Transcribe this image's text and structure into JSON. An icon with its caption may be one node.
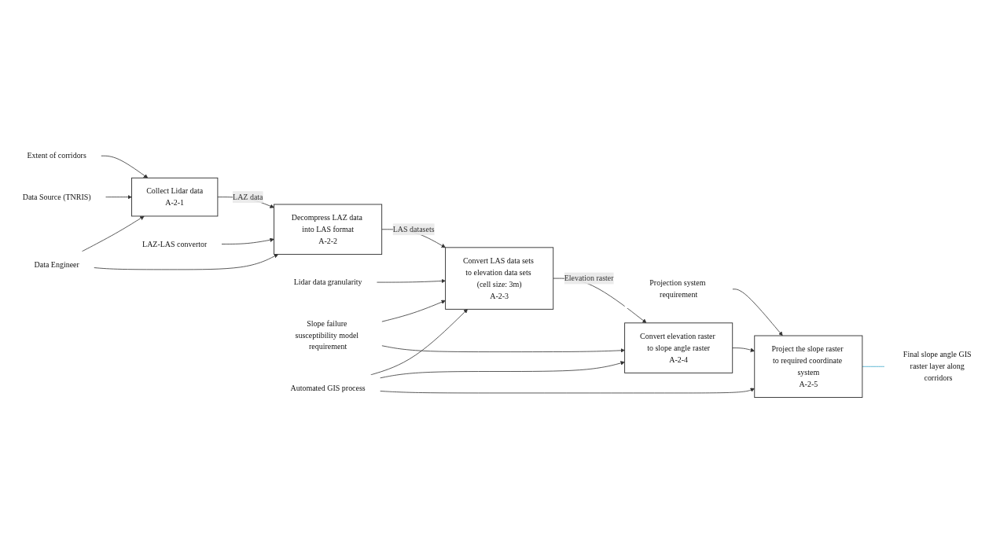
{
  "diagram": {
    "nodes": [
      {
        "text": [
          "Extent of corridors"
        ]
      },
      {
        "text": [
          "Data Source (TNRIS)"
        ]
      },
      {
        "text": [
          "Collect Lidar data",
          "A-2-1"
        ]
      },
      {
        "text": [
          "Decompress LAZ data into LAS format",
          "A-2-2"
        ]
      },
      {
        "text": [
          "Lidar data granularity"
        ]
      },
      {
        "text": [
          "Slope failure susceptibility model requirement"
        ]
      },
      {
        "text": [
          "Projection system requirement"
        ]
      },
      {
        "text": [
          "Convert LAS data sets to elevation data sets (cell size: 3m)",
          "A-2-3"
        ]
      },
      {
        "text": [
          "Convert elevation raster to slope angle raster",
          "A-2-4"
        ]
      },
      {
        "text": [
          "Project the slope raster to required coordinate system",
          "A-2-5"
        ]
      },
      {
        "text": [
          "Final slope angle GIS raster layer along corridors"
        ]
      },
      {
        "text": [
          "Data Engineer"
        ]
      },
      {
        "text": [
          "LAZ-LAS convertor"
        ]
      },
      {
        "text": [
          "Automated GIS process"
        ]
      }
    ],
    "edges": [
      {
        "from": 0,
        "to": 2,
        "arrow": "to"
      },
      {
        "from": 1,
        "to": 2,
        "arrow": "to"
      },
      {
        "from": 2,
        "to": 3,
        "label": "LAZ data",
        "arrow": "to"
      },
      {
        "from": 3,
        "to": 7,
        "label": "LAS datasets",
        "arrow": "to"
      },
      {
        "from": 4,
        "to": 7,
        "arrow": "to"
      },
      {
        "from": 5,
        "to": 7,
        "arrow": "to"
      },
      {
        "from": 5,
        "to": 8,
        "arrow": "to"
      },
      {
        "from": 7,
        "to": 8,
        "label": "Elevation raster",
        "arrow": "to"
      },
      {
        "from": 6,
        "to": 9,
        "arrow": "to"
      },
      {
        "from": 8,
        "to": 9,
        "arrow": "to"
      },
      {
        "from": 9,
        "to": 10,
        "arrow": "none",
        "color": "#3aa6c8"
      },
      {
        "from": 11,
        "to": 2,
        "arrow": "to"
      },
      {
        "from": 11,
        "to": 3,
        "arrow": "to"
      },
      {
        "from": 12,
        "to": 3,
        "arrow": "to"
      },
      {
        "from": 13,
        "to": 7,
        "arrow": "to"
      },
      {
        "from": 13,
        "to": 8,
        "arrow": "to"
      },
      {
        "from": 13,
        "to": 9,
        "arrow": "to"
      }
    ]
  }
}
